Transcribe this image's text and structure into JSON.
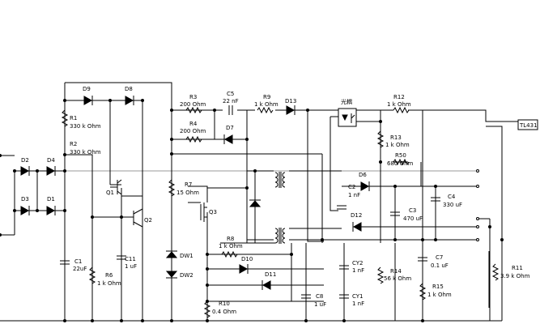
{
  "labels": {
    "D9": "D9",
    "D8": "D8",
    "R1": "R1",
    "R1v": "330 k Ohm",
    "R2": "R2",
    "R2v": "330 k Ohm",
    "D2": "D2",
    "D4": "D4",
    "D3": "D3",
    "D1": "D1",
    "Q1": "Q1",
    "Q2": "Q2",
    "Q3": "Q3",
    "C1": "C1",
    "C1v": "22uF",
    "C11": "C11",
    "C11v": "1 uF",
    "R6": "R6",
    "R6v": "1 k Ohm",
    "R3": "R3",
    "R3v": "200 Ohm",
    "R4": "R4",
    "R4v": "200 Ohm",
    "C5": "C5",
    "C5v": "22 nF",
    "D7": "D7",
    "R9": "R9",
    "R9v": "1 k Ohm",
    "D13": "D13",
    "R7": "R7",
    "R7v": "15 Ohm",
    "DW1": "DW1",
    "DW2": "DW2",
    "R8": "R8",
    "R8v": "1 k Ohm",
    "D10": "D10",
    "D11": "D11",
    "R10": "R10",
    "R10v": "0.4 Ohm",
    "C8": "C8",
    "C8v": "1 uF",
    "CY2": "CY2",
    "CY2v": "1 nF",
    "CY1": "CY1",
    "CY1v": "1 nF",
    "opto": "光耦",
    "R12": "R12",
    "R12v": "1 k Ohm",
    "TL431": "TL431",
    "R13": "R13",
    "R13v": "1 k Ohm",
    "R50": "R50",
    "R50v": "680 Ohm",
    "D6": "D6",
    "C2": "C2",
    "C2v": "1 nF",
    "D12": "D12",
    "C3": "C3",
    "C3v": "470 uF",
    "C4": "C4",
    "C4v": "330 uF",
    "C7": "C7",
    "C7v": "0.1 uF",
    "R14": "R14",
    "R14v": "56 k Ohm",
    "R15": "R15",
    "R15v": "1 k Ohm",
    "R11": "R11",
    "R11v": "3.9 k Ohm"
  }
}
